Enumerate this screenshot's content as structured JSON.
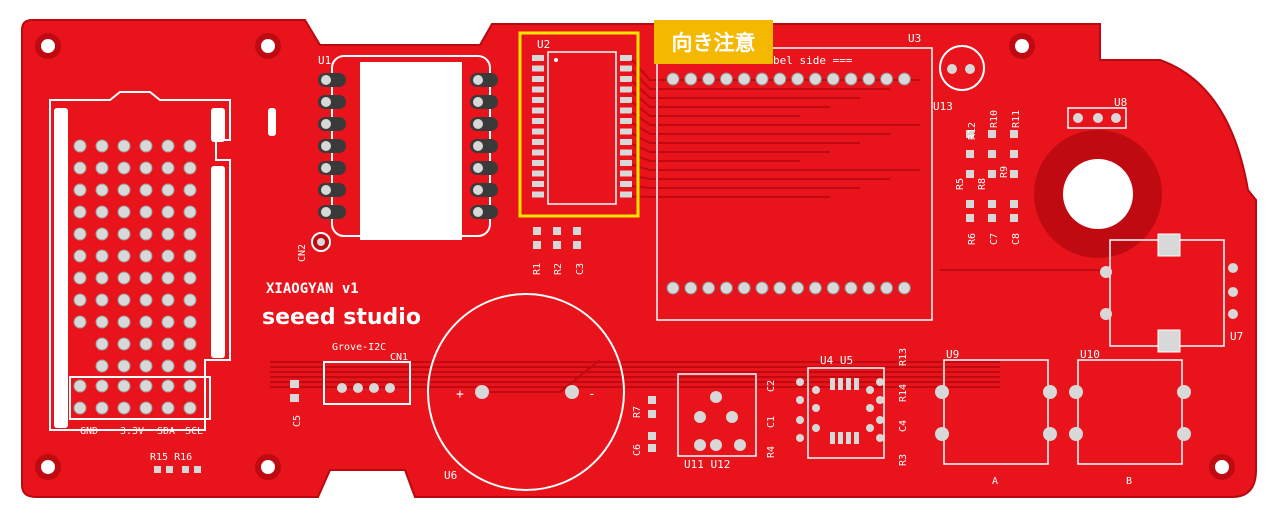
{
  "annotation": {
    "text": "向き注意",
    "box_color": "#f5b800",
    "highlight_color": "#ffe400"
  },
  "board": {
    "title": "XIAOGYAN v1",
    "brand": "seeed studio",
    "label_side": "bel side ===",
    "colors": {
      "board": "#e8131b",
      "silk": "#ffffff",
      "pad": "#d8d8d8",
      "copper": "#c00a12"
    }
  },
  "labels": {
    "u1": "U1",
    "u2": "U2",
    "u3": "U3",
    "u4u5": "U4 U5",
    "u6": "U6",
    "u7": "U7",
    "u8": "U8",
    "u9": "U9",
    "u10": "U10",
    "u11u12": "U11 U12",
    "u13": "U13",
    "r1": "R1",
    "r2": "R2",
    "c3": "C3",
    "cn1": "CN1",
    "cn2": "CN2",
    "grove": "Grove-I2C",
    "c5": "C5",
    "r7": "R7",
    "c6": "C6",
    "c2": "C2",
    "c1": "C1",
    "r4": "R4",
    "r13": "R13",
    "r14": "R14",
    "c4": "C4",
    "r3": "R3",
    "r5": "R5",
    "r6": "R6",
    "r8": "R8",
    "r9": "R9",
    "c7": "C7",
    "c8": "C8",
    "r10": "R10",
    "r11": "R11",
    "r12": "R12",
    "r15r16": "R15 R16",
    "gnd": "GND",
    "v33": "3.3V",
    "sda": "SDA",
    "scl": "SCL",
    "btn_a": "A",
    "btn_b": "B",
    "plus": "+",
    "minus": "-"
  }
}
